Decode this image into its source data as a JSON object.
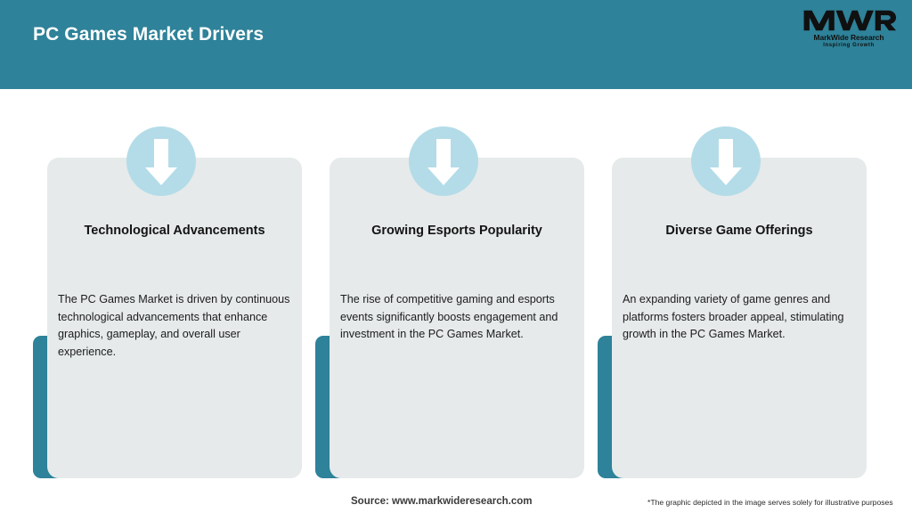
{
  "header": {
    "title": "PC Games Market Drivers",
    "background_color": "#2e8299",
    "title_color": "#ffffff"
  },
  "logo": {
    "mark": "MWR",
    "name": "MarkWide Research",
    "tagline": "Inspiring Growth"
  },
  "theme": {
    "accent_teal": "#2e8299",
    "card_background": "#e6eaeb",
    "badge_blue": "#b3dce8",
    "arrow_color": "#ffffff",
    "page_background": "#ffffff"
  },
  "cards": [
    {
      "icon": "arrow-down-icon",
      "title": "Technological Advancements",
      "text": "The PC Games Market is driven by continuous technological advancements that enhance graphics, gameplay, and overall user experience."
    },
    {
      "icon": "arrow-down-icon",
      "title": "Growing Esports Popularity",
      "text": "The rise of competitive gaming and esports events significantly boosts engagement and investment in the PC Games Market."
    },
    {
      "icon": "arrow-down-icon",
      "title": "Diverse Game Offerings",
      "text": "An expanding variety of game genres and platforms fosters broader appeal, stimulating growth in the PC Games Market."
    }
  ],
  "footer": {
    "source": "Source: www.markwideresearch.com",
    "disclaimer": "*The graphic depicted in the image serves solely for illustrative purposes"
  }
}
